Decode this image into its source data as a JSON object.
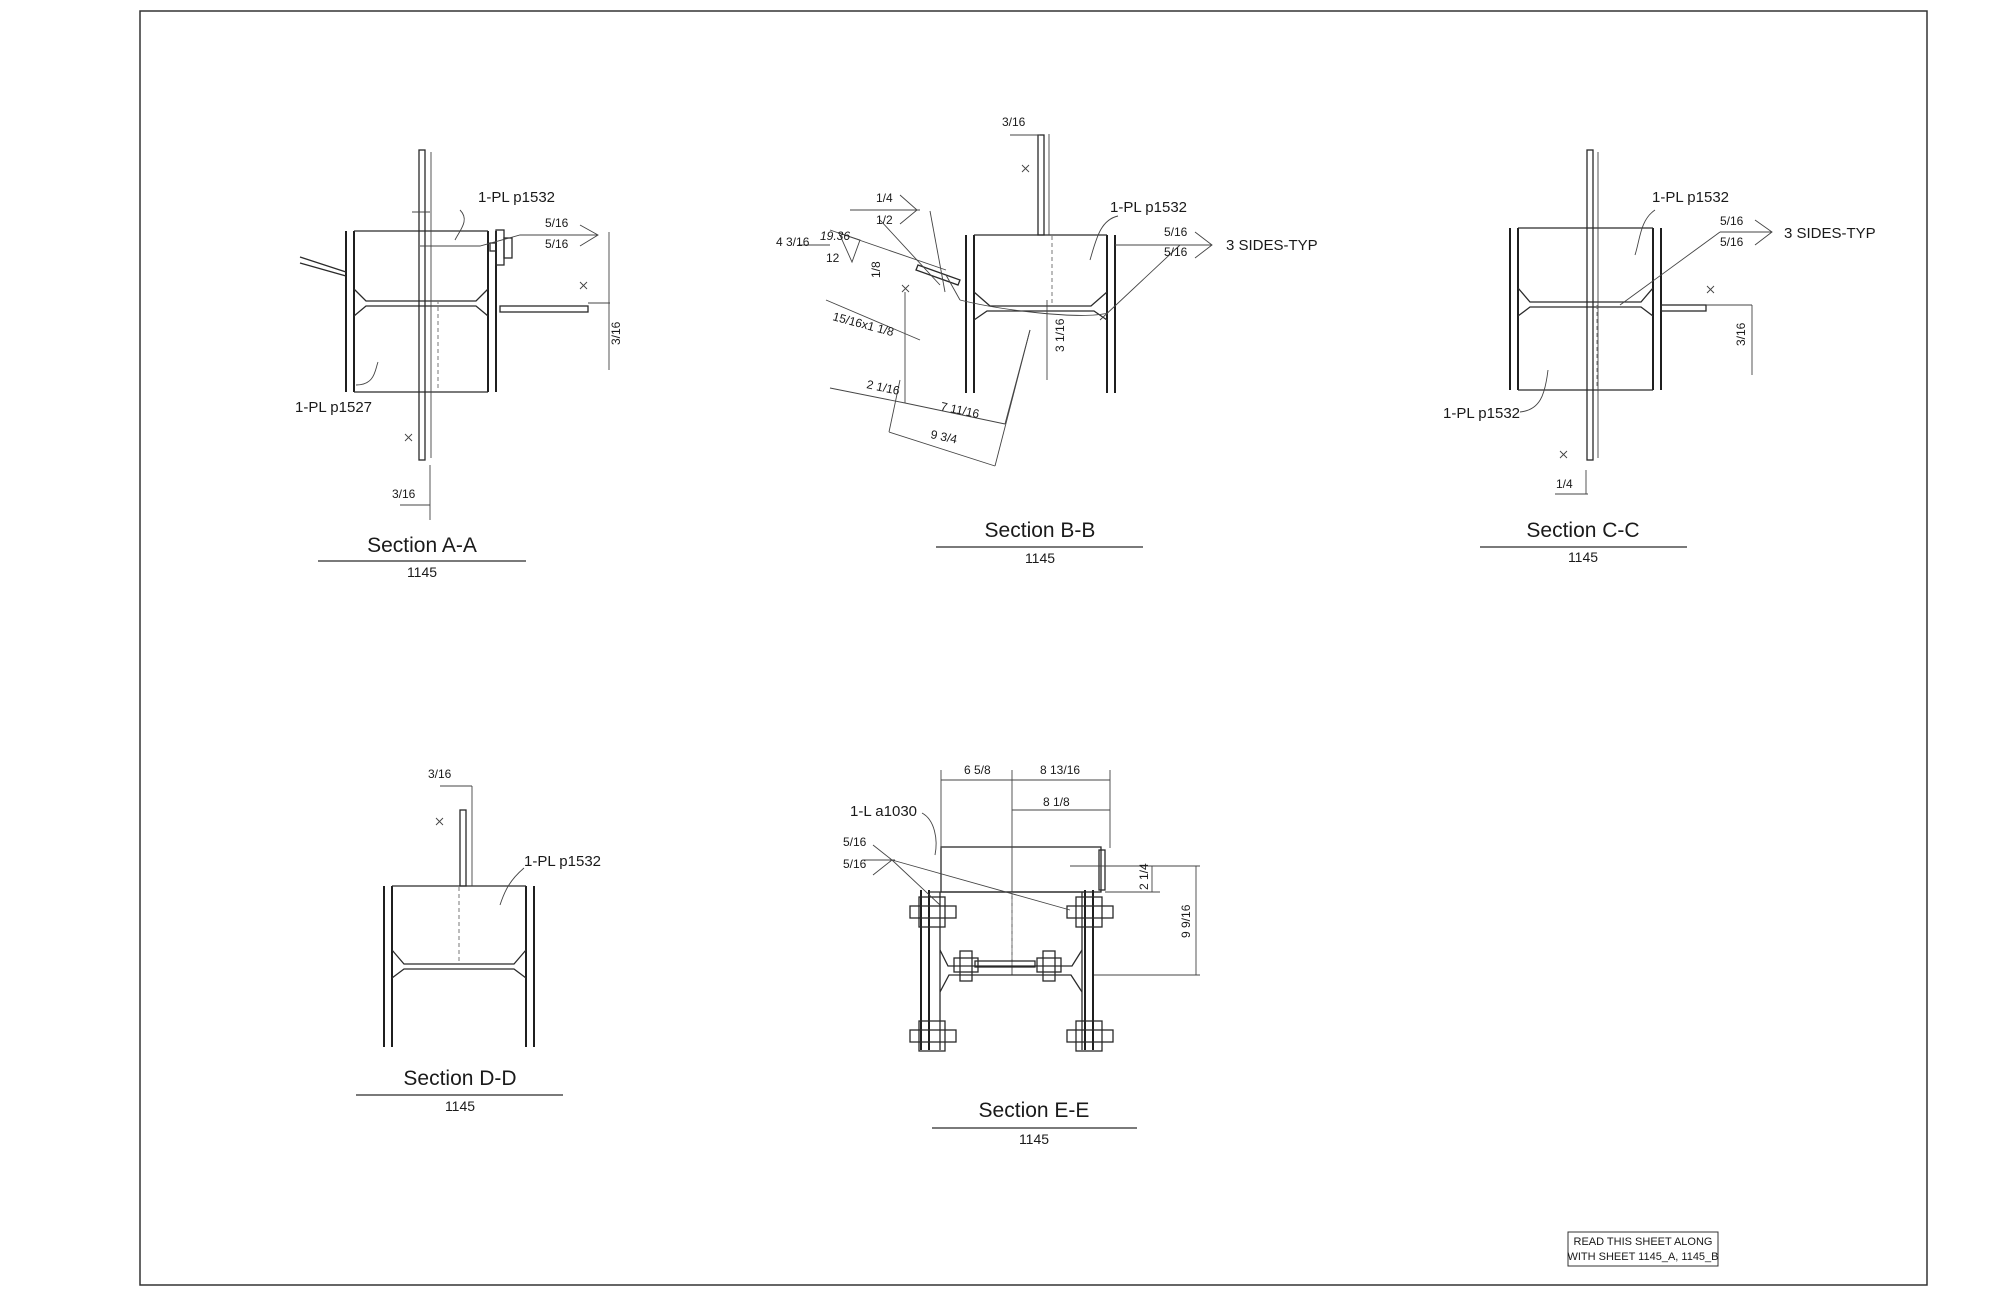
{
  "sheet": {
    "note_line1": "READ THIS SHEET ALONG",
    "note_line2": "WITH SHEET 1145_A, 1145_B"
  },
  "sections": {
    "a": {
      "title": "Section A-A",
      "ref": "1145",
      "plate_top": "1-PL p1532",
      "plate_bottom": "1-PL p1527",
      "weld_top": "5/16",
      "weld_bottom": "5/16",
      "weld_right": "3/16",
      "weld_foot": "3/16"
    },
    "b": {
      "title": "Section B-B",
      "ref": "1145",
      "plate": "1-PL p1532",
      "weld_top": "3/16",
      "fillet_a": "1/4",
      "fillet_b": "1/2",
      "weld_c": "5/16",
      "weld_d": "5/16",
      "typ": "3 SIDES-TYP",
      "slope_rise": "4 3/16",
      "slope_hyp": "19.36",
      "slope_run": "12",
      "gap": "1/8",
      "bolt": "15/16x1 1/8",
      "dim_1": "2 1/16",
      "dim_2": "7 11/16",
      "dim_3": "9 3/4",
      "dim_4": "3 1/16"
    },
    "c": {
      "title": "Section C-C",
      "ref": "1145",
      "plate_top": "1-PL p1532",
      "plate_bottom": "1-PL p1532",
      "weld_a": "5/16",
      "weld_b": "5/16",
      "typ": "3 SIDES-TYP",
      "weld_right": "3/16",
      "weld_foot": "1/4"
    },
    "d": {
      "title": "Section D-D",
      "ref": "1145",
      "plate": "1-PL p1532",
      "weld_top": "3/16"
    },
    "e": {
      "title": "Section E-E",
      "ref": "1145",
      "angle": "1-L a1030",
      "weld_a": "5/16",
      "weld_b": "5/16",
      "dim_1": "6 5/8",
      "dim_2": "8 13/16",
      "dim_3": "8 1/8",
      "dim_4": "2 1/4",
      "dim_5": "9 9/16"
    }
  }
}
